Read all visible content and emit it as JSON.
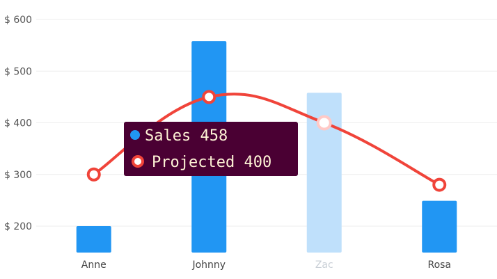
{
  "chart_data": {
    "type": "bar",
    "categories": [
      "Anne",
      "Johnny",
      "Zac",
      "Rosa"
    ],
    "series": [
      {
        "name": "Sales",
        "type": "bar",
        "values": [
          200,
          558,
          458,
          249
        ]
      },
      {
        "name": "Projected",
        "type": "line",
        "smooth": true,
        "values": [
          300,
          450,
          400,
          280
        ]
      }
    ],
    "highlighted_category": "Zac",
    "y_tick_labels": [
      "$ 200",
      "$ 300",
      "$ 400",
      "$ 500",
      "$ 600"
    ],
    "y_ticks": [
      200,
      300,
      400,
      500,
      600
    ],
    "ylim": [
      150,
      620
    ],
    "grid": true,
    "tooltip": {
      "category": "Zac",
      "rows": [
        {
          "label": "Sales",
          "value": "458"
        },
        {
          "label": "Projected",
          "value": "400"
        }
      ]
    },
    "colors": {
      "bar": "#2196f3",
      "bar_highlight": "#bfe0fb",
      "line": "#f0443a",
      "point_fill": "#ffffff",
      "tooltip_bg": "#4a0033",
      "tooltip_text": "#fff3d6"
    }
  }
}
